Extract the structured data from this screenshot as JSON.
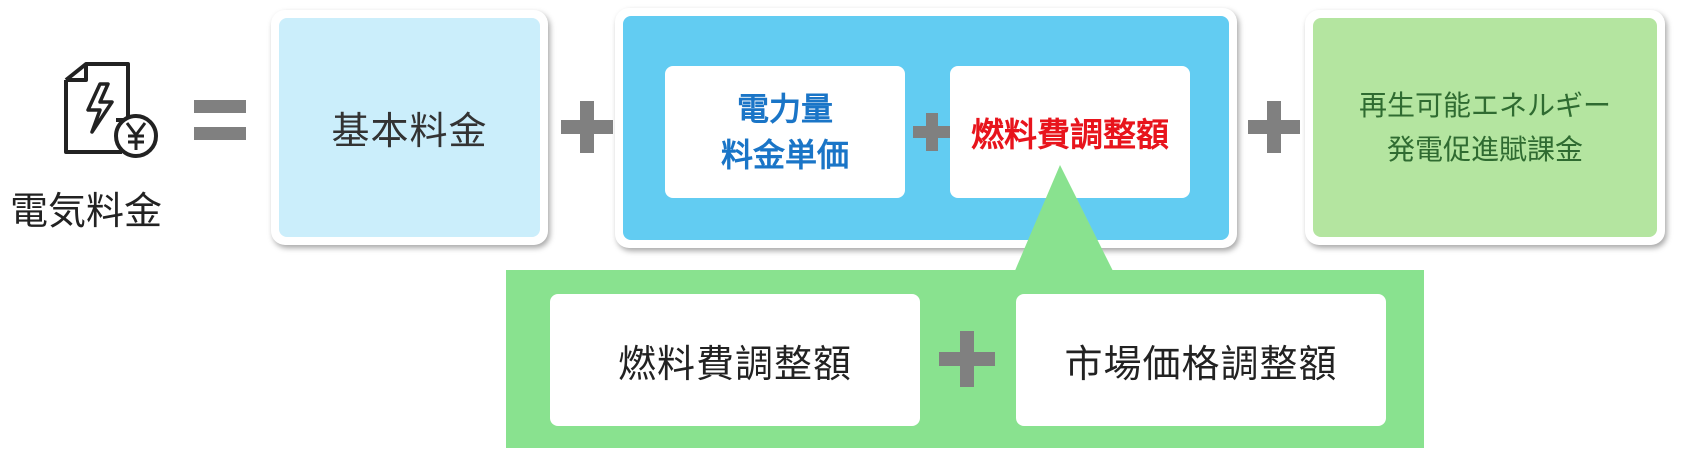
{
  "left": {
    "icon": "electric-bill-yen-icon",
    "label": "電気料金",
    "equals_icon": "equals-icon"
  },
  "basic_fee": {
    "label": "基本料金"
  },
  "energy_charge": {
    "unit_price_line1": "電力量",
    "unit_price_line2": "料金単価",
    "fuel_adjustment": "燃料費調整額"
  },
  "renewable": {
    "line1": "再生可能エネルギー",
    "line2": "発電促進賦課金"
  },
  "breakdown": {
    "fuel_adjustment": "燃料費調整額",
    "market_price_adjustment": "市場価格調整額"
  },
  "colors": {
    "light_blue": "#cbeefb",
    "blue": "#62ccf2",
    "green_light": "#b4e5a0",
    "green": "#89e28f",
    "red_text": "#e8141c",
    "blue_text": "#1a75c7",
    "plus_gray": "#808080"
  }
}
